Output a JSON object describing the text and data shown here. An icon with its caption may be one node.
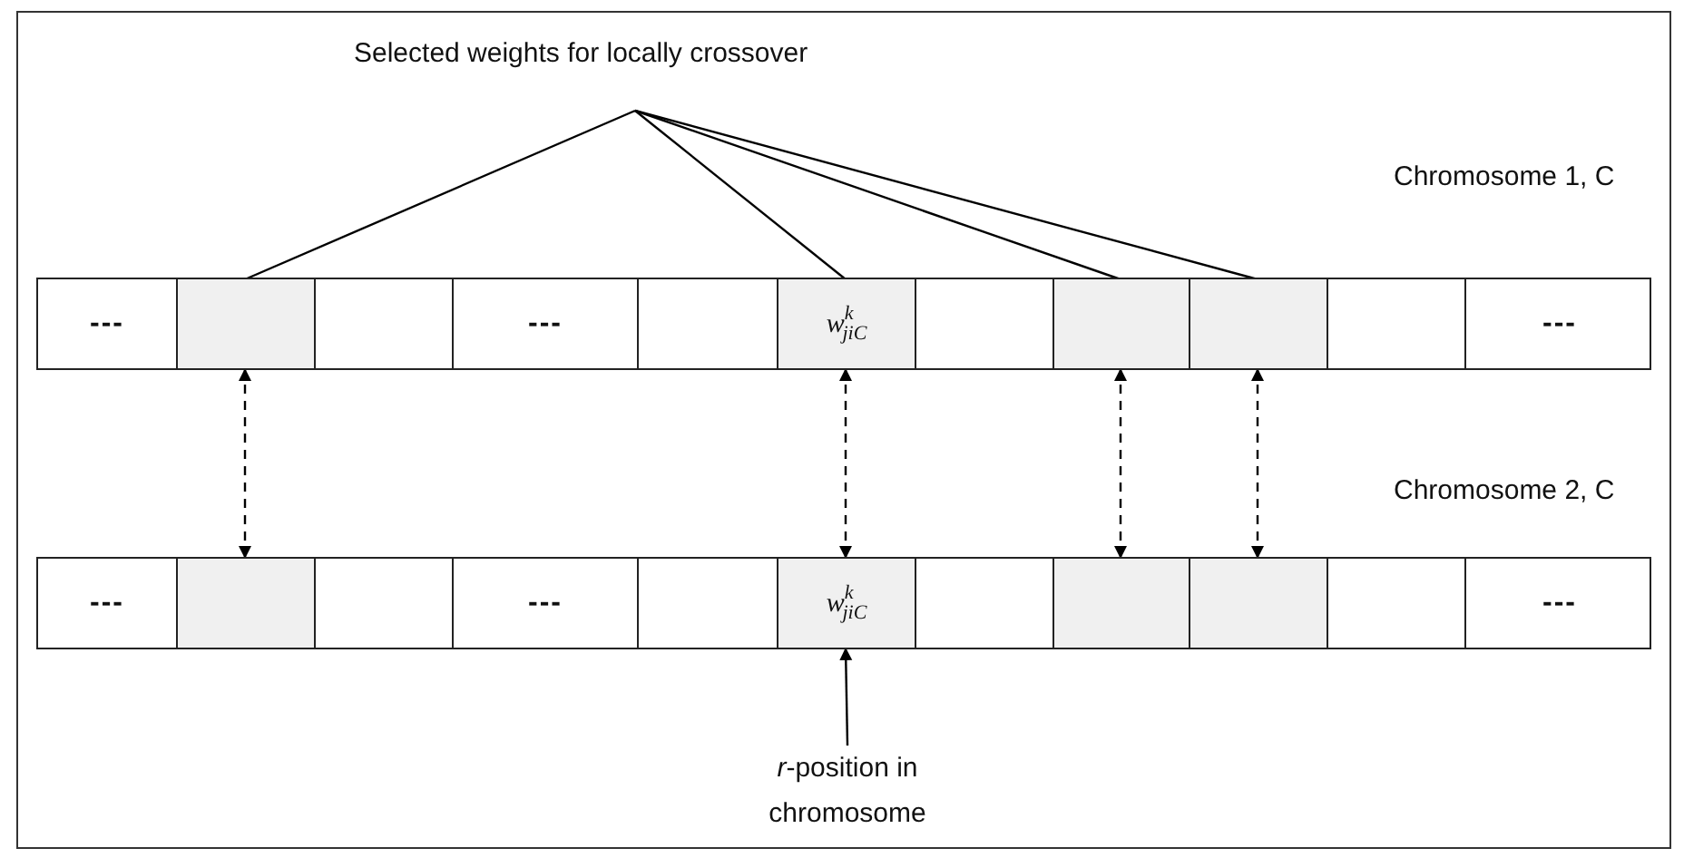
{
  "diagram": {
    "title": "Selected weights for locally crossover",
    "nodes": [
      {
        "text": [],
        "shape": "bar",
        "beside": [
          "Chromosome 1, C"
        ]
      },
      {
        "text": [
          "---"
        ],
        "in": 0
      },
      {
        "text": [],
        "shape": "box",
        "in": 0
      },
      {
        "text": [],
        "shape": "box",
        "in": 0
      },
      {
        "text": [
          "---"
        ],
        "in": 0
      },
      {
        "text": [],
        "shape": "box",
        "in": 0
      },
      {
        "text": [
          "w$^{k}$$_{jiC}$"
        ],
        "in": 0
      },
      {
        "text": [],
        "shape": "box",
        "in": 0
      },
      {
        "text": [],
        "shape": "box",
        "in": 0
      },
      {
        "text": [],
        "shape": "box",
        "in": 0
      },
      {
        "text": [],
        "shape": "box",
        "in": 0
      },
      {
        "text": [
          "---"
        ],
        "in": 0
      },
      {
        "text": [],
        "shape": "bar",
        "beside": [
          "Chromosome 2, C"
        ]
      },
      {
        "text": [
          "---"
        ],
        "in": 12
      },
      {
        "text": [],
        "shape": "box",
        "in": 12
      },
      {
        "text": [],
        "shape": "box",
        "in": 12
      },
      {
        "text": [
          "---"
        ],
        "in": 12
      },
      {
        "text": [],
        "shape": "box",
        "in": 12
      },
      {
        "text": [
          "w$^{k}$$_{jiC}$"
        ],
        "in": 12
      },
      {
        "text": [],
        "shape": "box",
        "in": 12
      },
      {
        "text": [],
        "shape": "box",
        "in": 12
      },
      {
        "text": [],
        "shape": "box",
        "in": 12
      },
      {
        "text": [],
        "shape": "box",
        "in": 12
      },
      {
        "text": [
          "---"
        ],
        "in": 12
      },
      {
        "text": [
          "*r*-position in chromosome"
        ]
      }
    ],
    "edges": [
      {
        "from": null,
        "to": 2,
        "arrow": "none"
      },
      {
        "from": null,
        "to": 6,
        "arrow": "none"
      },
      {
        "from": null,
        "to": 8,
        "arrow": "none"
      },
      {
        "from": null,
        "to": 9,
        "arrow": "none"
      },
      {
        "from": 2,
        "to": 14,
        "arrow": "both",
        "style": "dashed"
      },
      {
        "from": 6,
        "to": 18,
        "arrow": "both",
        "style": "dashed"
      },
      {
        "from": 8,
        "to": 20,
        "arrow": "both",
        "style": "dashed"
      },
      {
        "from": 9,
        "to": 21,
        "arrow": "both",
        "style": "dashed"
      },
      {
        "from": 24,
        "to": 18,
        "arrow": "to"
      }
    ]
  }
}
